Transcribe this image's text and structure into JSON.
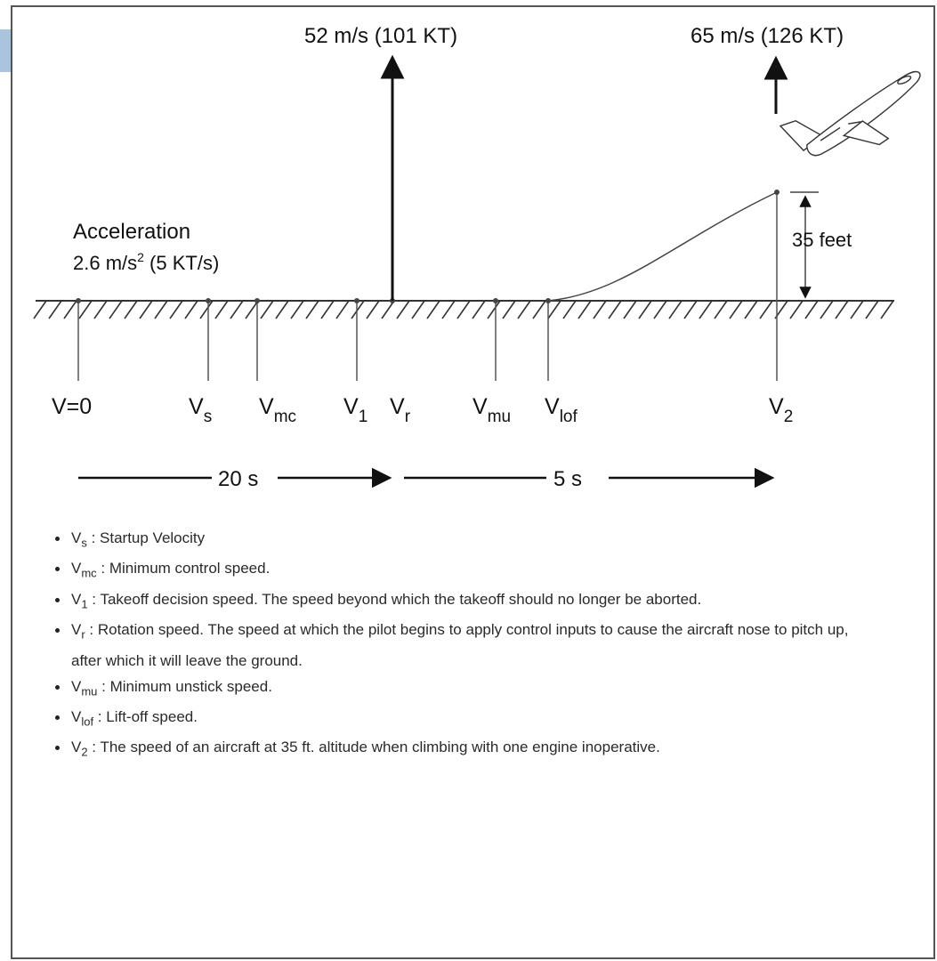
{
  "diagram": {
    "speed_labels": {
      "vr_speed": "52 m/s (101 KT)",
      "v2_speed": "65 m/s (126 KT)"
    },
    "acceleration": {
      "line1": "Acceleration",
      "line2_prefix": "2.6 m/s",
      "line2_exp": "2",
      "line2_suffix": " (5 KT/s)"
    },
    "height_label": "35 feet",
    "markers": [
      {
        "base": "V=0",
        "sub": ""
      },
      {
        "base": "V",
        "sub": "s"
      },
      {
        "base": "V",
        "sub": "mc"
      },
      {
        "base": "V",
        "sub": "1"
      },
      {
        "base": "V",
        "sub": "r"
      },
      {
        "base": "V",
        "sub": "mu"
      },
      {
        "base": "V",
        "sub": "lof"
      },
      {
        "base": "V",
        "sub": "2"
      }
    ],
    "durations": {
      "first": "20 s",
      "second": "5 s"
    }
  },
  "legend": [
    {
      "sym": "V",
      "sub": "s",
      "text": " : Startup Velocity"
    },
    {
      "sym": "V",
      "sub": "mc",
      "text": " : Minimum control speed."
    },
    {
      "sym": "V",
      "sub": "1",
      "text": " : Takeoff decision speed. The speed beyond which the takeoff should no longer be aborted."
    },
    {
      "sym": "V",
      "sub": "r",
      "text": " : Rotation speed. The speed at which the pilot begins to apply control inputs to cause the aircraft nose to pitch up, after which it will leave the ground."
    },
    {
      "sym": "V",
      "sub": "mu",
      "text": " : Minimum unstick speed."
    },
    {
      "sym": "V",
      "sub": "lof",
      "text": " : Lift-off speed."
    },
    {
      "sym": "V",
      "sub": "2",
      "text": " : The speed of an aircraft at 35 ft. altitude when climbing with one engine inoperative."
    }
  ]
}
